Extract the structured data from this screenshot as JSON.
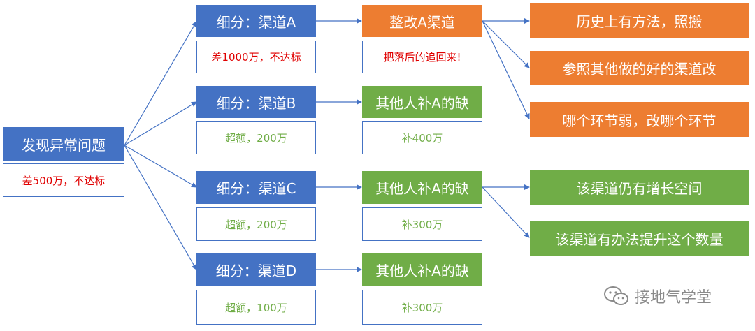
{
  "root": {
    "title": "发现异常问题",
    "note": "差500万，不达标"
  },
  "segments": [
    {
      "title": "细分：渠道A",
      "note": "差1000万，不达标"
    },
    {
      "title": "细分：渠道B",
      "note": "超额，200万"
    },
    {
      "title": "细分：渠道C",
      "note": "超额，200万"
    },
    {
      "title": "细分：渠道D",
      "note": "超额，100万"
    }
  ],
  "actions": [
    {
      "title": "整改A渠道",
      "note": "把落后的追回来!"
    },
    {
      "title": "其他人补A的缺",
      "note": "补400万"
    },
    {
      "title": "其他人补A的缺",
      "note": "补300万"
    },
    {
      "title": "其他人补A的缺",
      "note": "补300万"
    }
  ],
  "details_a": [
    "历史上有方法，照搬",
    "参照其他做的好的渠道改",
    "哪个环节弱，改哪个环节"
  ],
  "details_c": [
    "该渠道仍有增长空间",
    "该渠道有办法提升这个数量"
  ],
  "watermark": "接地气学堂",
  "colors": {
    "blue": "#4472c4",
    "orange": "#ed7d31",
    "green": "#70ad47",
    "red": "#e00000"
  }
}
